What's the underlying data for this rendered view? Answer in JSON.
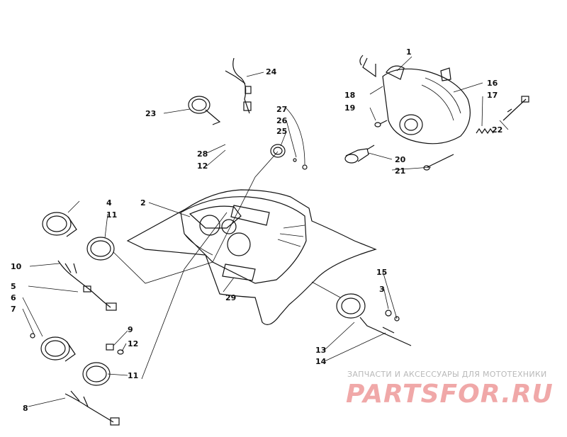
{
  "callouts": {
    "c1": "1",
    "c2": "2",
    "c3": "3",
    "c4": "4",
    "c5": "5",
    "c6": "6",
    "c7": "7",
    "c8": "8",
    "c9": "9",
    "c10": "10",
    "c11a": "11",
    "c11b": "11",
    "c12a": "12",
    "c12b": "12",
    "c13": "13",
    "c14": "14",
    "c15": "15",
    "c16": "16",
    "c17": "17",
    "c18": "18",
    "c19": "19",
    "c20": "20",
    "c21": "21",
    "c22": "22",
    "c23": "23",
    "c24": "24",
    "c25": "25",
    "c26": "26",
    "c27": "27",
    "c28": "28",
    "c29": "29"
  },
  "watermark": {
    "tagline": "ЗАПЧАСТИ И АКСЕССУАРЫ ДЛЯ МОТОТЕХНИКИ",
    "logo": "PARTSFOR.RU"
  },
  "colors": {
    "line": "#111111",
    "watermark_text": "#b9b9b9",
    "watermark_logo": "#f0a8a8"
  }
}
